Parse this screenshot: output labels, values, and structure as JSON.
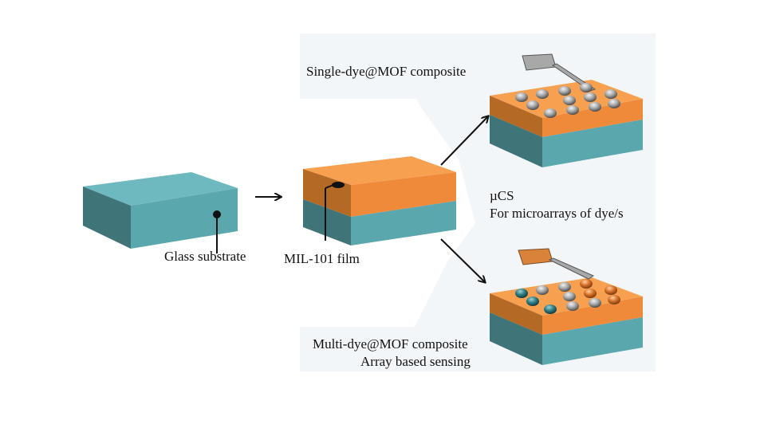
{
  "labels": {
    "single_composite": "Single-dye@MOF composite",
    "glass_substrate": "Glass substrate",
    "mil_film": "MIL-101 film",
    "ucs": "µCS",
    "microarrays": "For microarrays of dye/s",
    "multi_composite": "Multi-dye@MOF composite",
    "array_sensing": "Array based sensing"
  },
  "colors": {
    "glass_top": "#6db9bf",
    "glass_left": "#3f7579",
    "glass_front": "#5aa7ad",
    "film_top": "#f7a04f",
    "film_left": "#b46a25",
    "film_front": "#f08a3b",
    "panel": "#f2f6f9",
    "dot_silver": "#a9a9a9",
    "dot_teal": "#2f7f85",
    "dot_orange": "#d9732a",
    "stamp_gray": "#a8a8a8",
    "stamp_orange": "#d9833a"
  }
}
